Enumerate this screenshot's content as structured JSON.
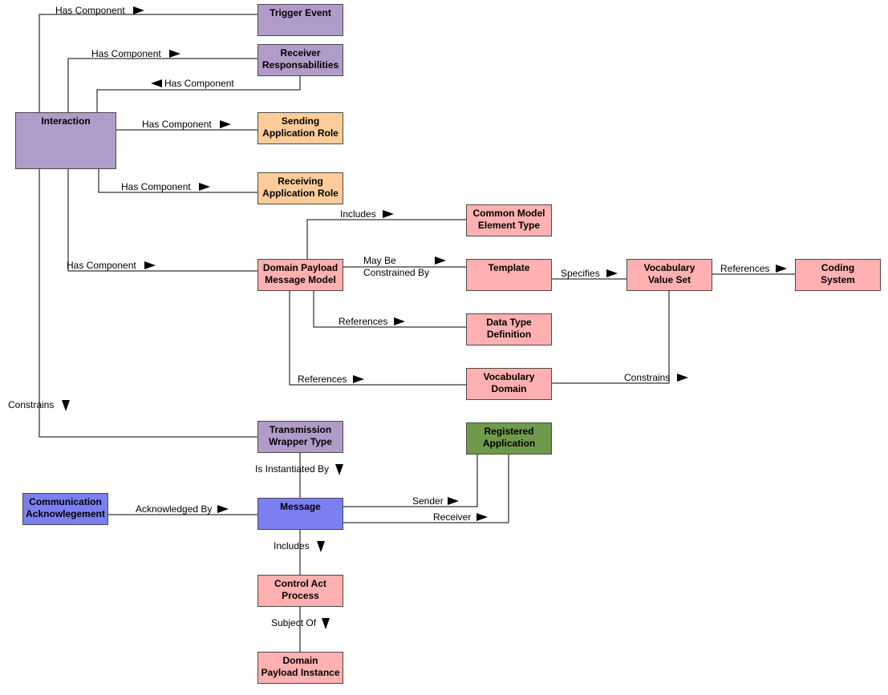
{
  "colors": {
    "purple": "#b19cc9",
    "orange": "#ffcc99",
    "pink": "#ffb0b0",
    "green": "#6f9a4c",
    "blue": "#7b7ff0",
    "line": "#000000",
    "border": "#4a4a4a"
  },
  "nodes": {
    "trigger_event": "Trigger Event",
    "receiver_responsibilities": "Receiver\nResponsabilities",
    "interaction": "Interaction",
    "sending_application_role": "Sending\nApplication Role",
    "receiving_application_role": "Receiving\nApplication Role",
    "common_model_element_type": "Common Model\nElement Type",
    "domain_payload_message_model": "Domain Payload\nMessage Model",
    "template": "Template",
    "vocabulary_value_set": "Vocabulary\nValue Set",
    "coding_system": "Coding\nSystem",
    "data_type_definition": "Data Type\nDefinition",
    "vocabulary_domain": "Vocabulary\nDomain",
    "transmission_wrapper_type": "Transmission\nWrapper Type",
    "registered_application": "Registered\nApplication",
    "communication_acknowledgement": "Communication\nAcknowlegement",
    "message": "Message",
    "control_act_process": "Control Act\nProcess",
    "domain_payload_instance": "Domain\nPayload Instance"
  },
  "edges": {
    "has_component": "Has Component",
    "includes": "Includes",
    "may_be": "May Be",
    "constrained_by": "Constrained By",
    "specifies": "Specifies",
    "references": "References",
    "constrains": "Constrains",
    "is_instantiated_by": "Is Instantiated By",
    "acknowledged_by": "Acknowledged By",
    "sender": "Sender",
    "receiver": "Receiver",
    "subject_of": "Subject Of"
  }
}
